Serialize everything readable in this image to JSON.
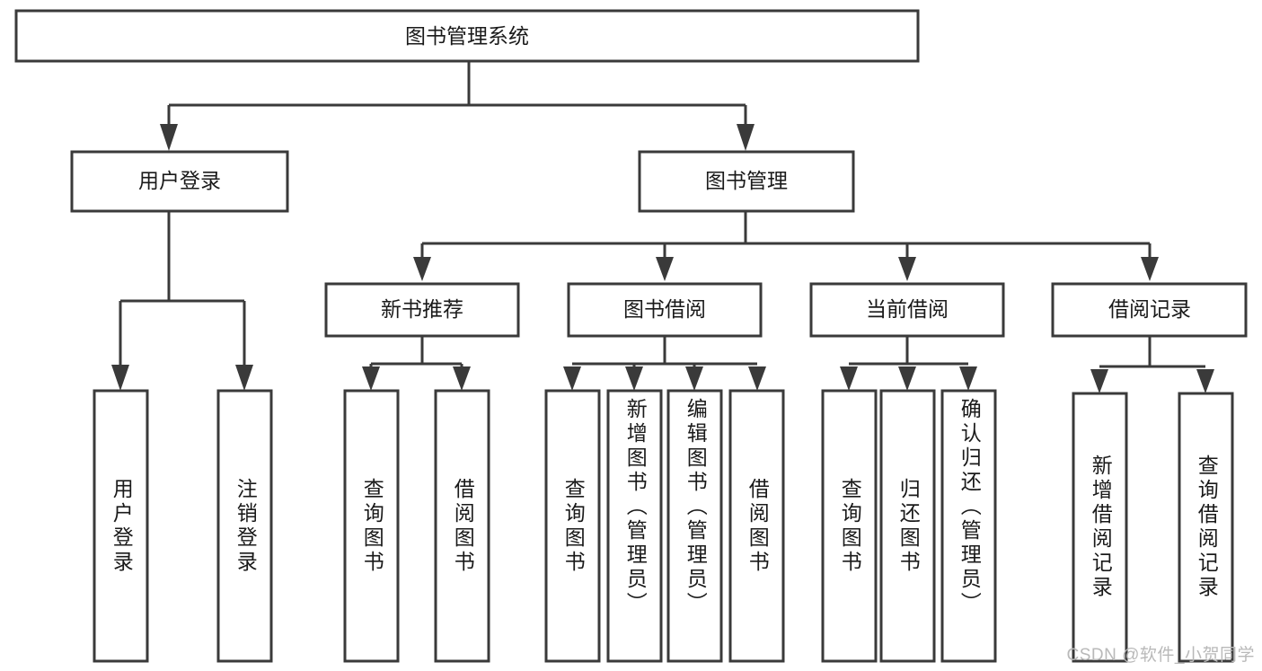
{
  "diagram": {
    "type": "tree-hierarchy-chart",
    "title": "图书管理系统",
    "colors": {
      "stroke": "#3a3a3a",
      "fill": "#ffffff",
      "text": "#1a1a1a",
      "background": "#ffffff",
      "watermark": "#b9b9b9"
    },
    "root": {
      "label": "图书管理系统"
    },
    "level2": [
      {
        "label": "用户登录"
      },
      {
        "label": "图书管理"
      }
    ],
    "level3": [
      {
        "label": "新书推荐"
      },
      {
        "label": "图书借阅"
      },
      {
        "label": "当前借阅"
      },
      {
        "label": "借阅记录"
      }
    ],
    "leaves": {
      "user_login": [
        {
          "label": "用户登录"
        },
        {
          "label": "注销登录"
        }
      ],
      "new_book_recommend": [
        {
          "label": "查询图书"
        },
        {
          "label": "借阅图书"
        }
      ],
      "book_borrow": [
        {
          "label": "查询图书"
        },
        {
          "label": "新增图书（管理员）"
        },
        {
          "label": "编辑图书（管理员）"
        },
        {
          "label": "借阅图书"
        }
      ],
      "current_borrow": [
        {
          "label": "查询图书"
        },
        {
          "label": "归还图书"
        },
        {
          "label": "确认归还（管理员）"
        }
      ],
      "borrow_record": [
        {
          "label": "新增借阅记录"
        },
        {
          "label": "查询借阅记录"
        }
      ]
    }
  },
  "watermark": {
    "text": "CSDN @软件_小贺同学"
  }
}
